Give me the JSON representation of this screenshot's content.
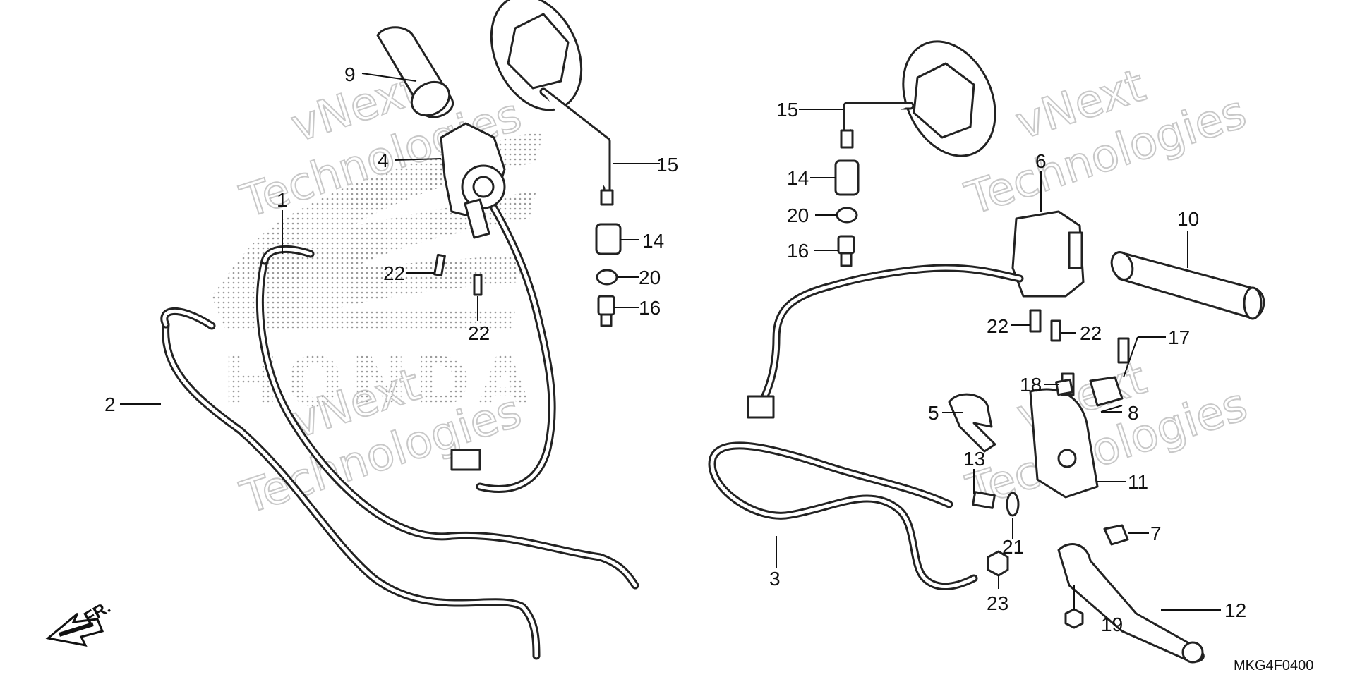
{
  "diagram": {
    "drawing_code": "MKG4F0400",
    "front_marker": "FR.",
    "watermark_lines": [
      "vNext",
      "Technologies"
    ],
    "brand_mark": "HONDA",
    "callouts": {
      "left": [
        {
          "id": "c9",
          "label": "9"
        },
        {
          "id": "c4",
          "label": "4"
        },
        {
          "id": "c1",
          "label": "1"
        },
        {
          "id": "c15a",
          "label": "15"
        },
        {
          "id": "c14a",
          "label": "14"
        },
        {
          "id": "c20a",
          "label": "20"
        },
        {
          "id": "c16a",
          "label": "16"
        },
        {
          "id": "c22a",
          "label": "22"
        },
        {
          "id": "c22b",
          "label": "22"
        },
        {
          "id": "c2",
          "label": "2"
        }
      ],
      "right": [
        {
          "id": "c15b",
          "label": "15"
        },
        {
          "id": "c14b",
          "label": "14"
        },
        {
          "id": "c20b",
          "label": "20"
        },
        {
          "id": "c16b",
          "label": "16"
        },
        {
          "id": "c6",
          "label": "6"
        },
        {
          "id": "c10",
          "label": "10"
        },
        {
          "id": "c22c",
          "label": "22"
        },
        {
          "id": "c22d",
          "label": "22"
        },
        {
          "id": "c17",
          "label": "17"
        },
        {
          "id": "c18",
          "label": "18"
        },
        {
          "id": "c8",
          "label": "8"
        },
        {
          "id": "c5",
          "label": "5"
        },
        {
          "id": "c13",
          "label": "13"
        },
        {
          "id": "c11",
          "label": "11"
        },
        {
          "id": "c21",
          "label": "21"
        },
        {
          "id": "c7",
          "label": "7"
        },
        {
          "id": "c3",
          "label": "3"
        },
        {
          "id": "c23",
          "label": "23"
        },
        {
          "id": "c19",
          "label": "19"
        },
        {
          "id": "c12",
          "label": "12"
        }
      ]
    }
  }
}
